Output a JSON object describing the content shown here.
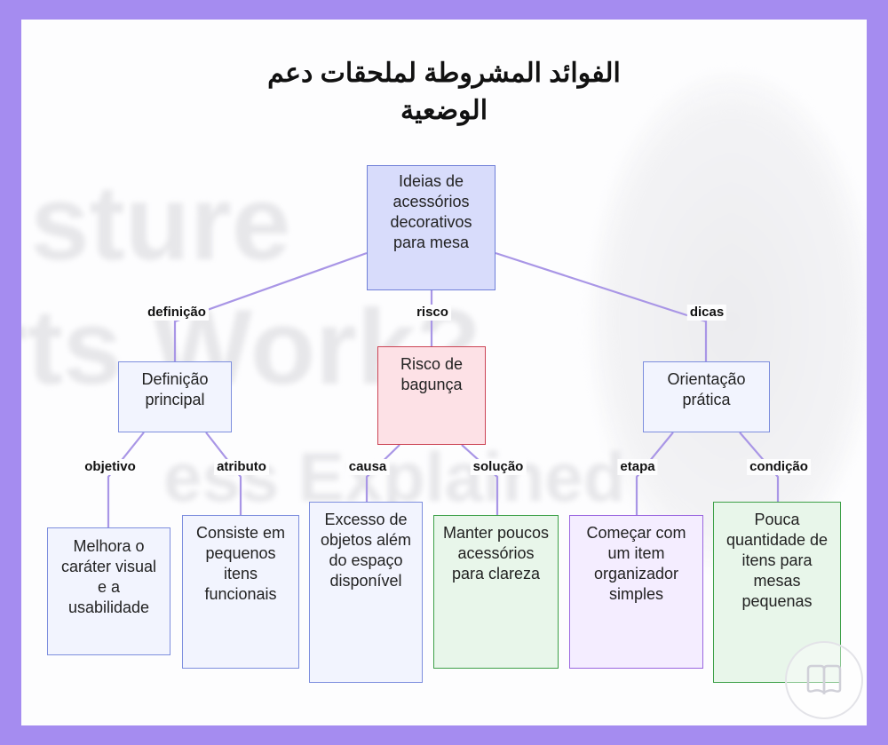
{
  "title": "الفوائد المشروطة لملحقات دعم الوضعية",
  "watermark_lines": [
    "sture",
    "rts Work?",
    "ess Explained"
  ],
  "colors": {
    "frame": "#a58cf0",
    "edge": "#a996e6",
    "root_fill": "#d8dcfb",
    "blue_fill": "#f2f4fe",
    "red_fill": "#fde1e6",
    "green_fill": "#e8f6ea",
    "purple_fill": "#f4edff"
  },
  "nodes": {
    "root": "Ideias de acessórios decorativos para mesa",
    "definicao_principal": "Definição principal",
    "risco_bagunca": "Risco de bagunça",
    "orientacao_pratica": "Orientação prática",
    "melhora": "Melhora o caráter visual e a usabilidade",
    "consiste": "Consiste em pequenos itens funcionais",
    "excesso": "Excesso de objetos além do espaço disponível",
    "manter": "Manter poucos acessórios para clareza",
    "comecar": "Começar com um item organizador simples",
    "pouca": "Pouca quantidade de itens para mesas pequenas"
  },
  "edge_labels": {
    "definicao": "definição",
    "risco": "risco",
    "dicas": "dicas",
    "objetivo": "objetivo",
    "atributo": "atributo",
    "causa": "causa",
    "solucao": "solução",
    "etapa": "etapa",
    "condicao": "condição"
  },
  "logo_icon": "brand-logo-icon"
}
